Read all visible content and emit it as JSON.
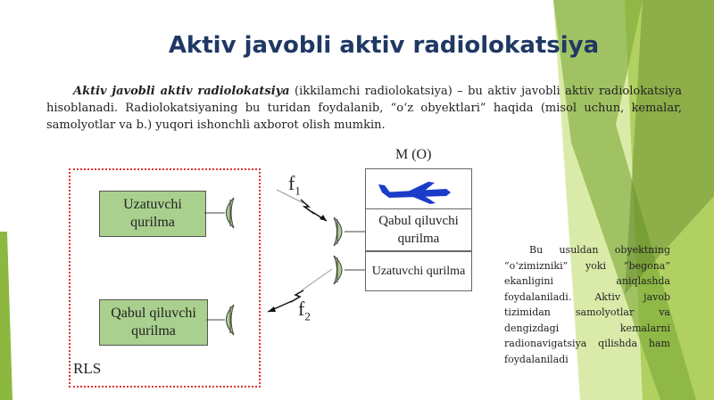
{
  "title": "Aktiv javobli aktiv radiolokatsiya",
  "intro": {
    "term": "Aktiv javobli aktiv radiolokatsiya",
    "rest": " (ikkilamchi radiolokatsiya) – bu aktiv javobli aktiv radiolokatsiya hisoblanadi. Radiolokatsiyaning bu turidan foydalanib, “o‘z obyektlari” haqida (misol uchun, kemalar, samolyotlar va b.) yuqori ishonchli axborot olish mumkin."
  },
  "side_note": "Bu usuldan obyektning “o‘zimizniki” yoki “begona” ekanligini aniqlashda foydalaniladi. Aktiv javob tizimidan samolyotlar va dengizdagi kemalarni radionavigatsiya qilishda ham foydalaniladi",
  "diagram": {
    "rls_label": "RLS",
    "transmitter_label": "Uzatuvchi qurilma",
    "receiver_label": "Qabul qiluvchi qurilma",
    "target_label": "M (O)",
    "target_receiver_label": "Qabul qiluvchi qurilma",
    "target_transmitter_label": "Uzatuvchi qurilma",
    "f1": {
      "base": "f",
      "sub": "1"
    },
    "f2": {
      "base": "f",
      "sub": "2"
    }
  },
  "colors": {
    "title": "#1f3864",
    "box_fill": "#a9d08e",
    "rls_border": "#e03030",
    "aircraft": "#1a3cc8",
    "antenna": "#a9d08e",
    "bg_green_light": "#c9e07a",
    "bg_green_mid": "#8db83f",
    "bg_green_dark": "#5a7f1f"
  }
}
